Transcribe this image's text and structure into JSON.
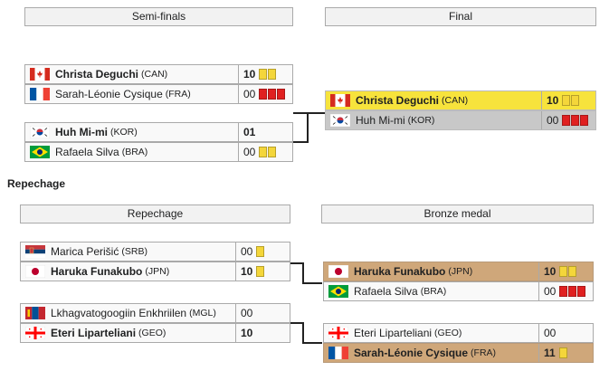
{
  "headers": {
    "semifinals": "Semi-finals",
    "final": "Final",
    "repechage": "Repechage",
    "bronze": "Bronze medal"
  },
  "section_title": "Repechage",
  "semifinal1": [
    {
      "name": "Christa Deguchi",
      "country": "(CAN)",
      "score": "10",
      "cards": [
        "y",
        "y"
      ],
      "winner": true
    },
    {
      "name": "Sarah-Léonie Cysique",
      "country": "(FRA)",
      "score": "00",
      "cards": [
        "r",
        "r",
        "r"
      ],
      "winner": false
    }
  ],
  "semifinal2": [
    {
      "name": "Huh Mi-mi",
      "country": "(KOR)",
      "score": "01",
      "cards": [],
      "winner": true
    },
    {
      "name": "Rafaela Silva",
      "country": "(BRA)",
      "score": "00",
      "cards": [
        "y",
        "y"
      ],
      "winner": false
    }
  ],
  "final": [
    {
      "name": "Christa Deguchi",
      "country": "(CAN)",
      "score": "10",
      "cards": [
        "y",
        "y"
      ],
      "winner": true
    },
    {
      "name": "Huh Mi-mi",
      "country": "(KOR)",
      "score": "00",
      "cards": [
        "r",
        "r",
        "r"
      ],
      "winner": false
    }
  ],
  "repechage1": [
    {
      "name": "Marica Perišić",
      "country": "(SRB)",
      "score": "00",
      "cards": [
        "y"
      ],
      "winner": false
    },
    {
      "name": "Haruka Funakubo",
      "country": "(JPN)",
      "score": "10",
      "cards": [
        "y"
      ],
      "winner": true
    }
  ],
  "repechage2": [
    {
      "name": "Lkhagvatogoogiin Enkhriilen",
      "country": "(MGL)",
      "score": "00",
      "cards": [],
      "winner": false
    },
    {
      "name": "Eteri Liparteliani",
      "country": "(GEO)",
      "score": "10",
      "cards": [],
      "winner": true
    }
  ],
  "bronze1": [
    {
      "name": "Haruka Funakubo",
      "country": "(JPN)",
      "score": "10",
      "cards": [
        "y",
        "y"
      ],
      "winner": true
    },
    {
      "name": "Rafaela Silva",
      "country": "(BRA)",
      "score": "00",
      "cards": [
        "r",
        "r",
        "r"
      ],
      "winner": false
    }
  ],
  "bronze2": [
    {
      "name": "Eteri Liparteliani",
      "country": "(GEO)",
      "score": "00",
      "cards": [],
      "winner": false
    },
    {
      "name": "Sarah-Léonie Cysique",
      "country": "(FRA)",
      "score": "11",
      "cards": [
        "y"
      ],
      "winner": true
    }
  ],
  "colors": {
    "gold": "#f7e33c",
    "silver": "#c8c8c8",
    "bronze": "#cfa77a",
    "yellow_card": "#f4d63a",
    "red_card": "#e02020"
  }
}
